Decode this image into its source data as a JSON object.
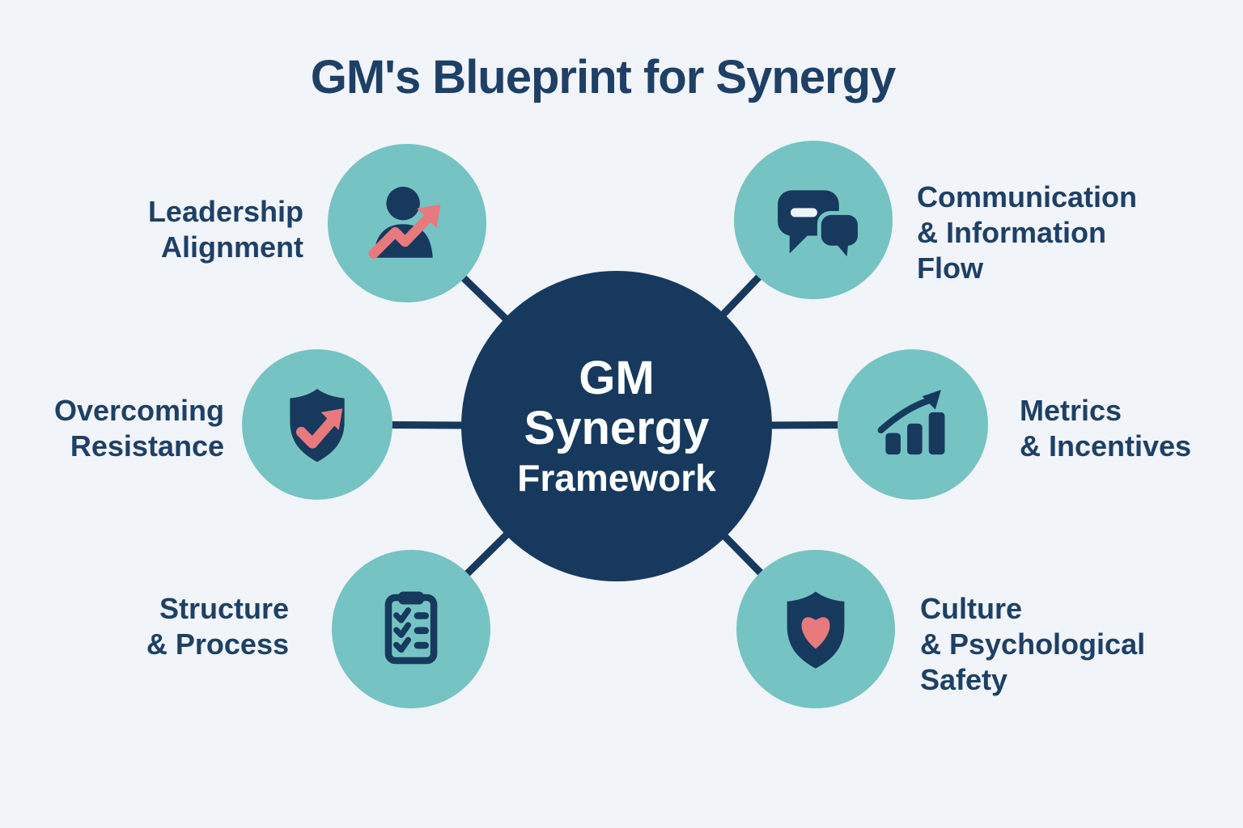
{
  "title": "GM's Blueprint for Synergy",
  "center": {
    "line1": "GM",
    "line2": "Synergy",
    "line3": "Framework"
  },
  "nodes": [
    {
      "id": "leadership-alignment",
      "label": "Leadership\nAlignment",
      "icon": "person-growth-icon"
    },
    {
      "id": "communication-flow",
      "label": "Communication\n& Information\nFlow",
      "icon": "chat-bubbles-icon"
    },
    {
      "id": "overcoming-resistance",
      "label": "Overcoming\nResistance",
      "icon": "shield-check-arrow-icon"
    },
    {
      "id": "metrics-incentives",
      "label": "Metrics\n& Incentives",
      "icon": "bar-chart-growth-icon"
    },
    {
      "id": "structure-process",
      "label": "Structure\n& Process",
      "icon": "clipboard-checklist-icon"
    },
    {
      "id": "culture-safety",
      "label": "Culture\n& Psychological\nSafety",
      "icon": "shield-heart-icon"
    }
  ],
  "colors": {
    "background": "#f1f4f8",
    "navy": "#17395e",
    "text": "#1e4066",
    "teal": "#76c3c3",
    "coral": "#e8797d",
    "dash": "#eef3f8",
    "white": "#ffffff"
  }
}
